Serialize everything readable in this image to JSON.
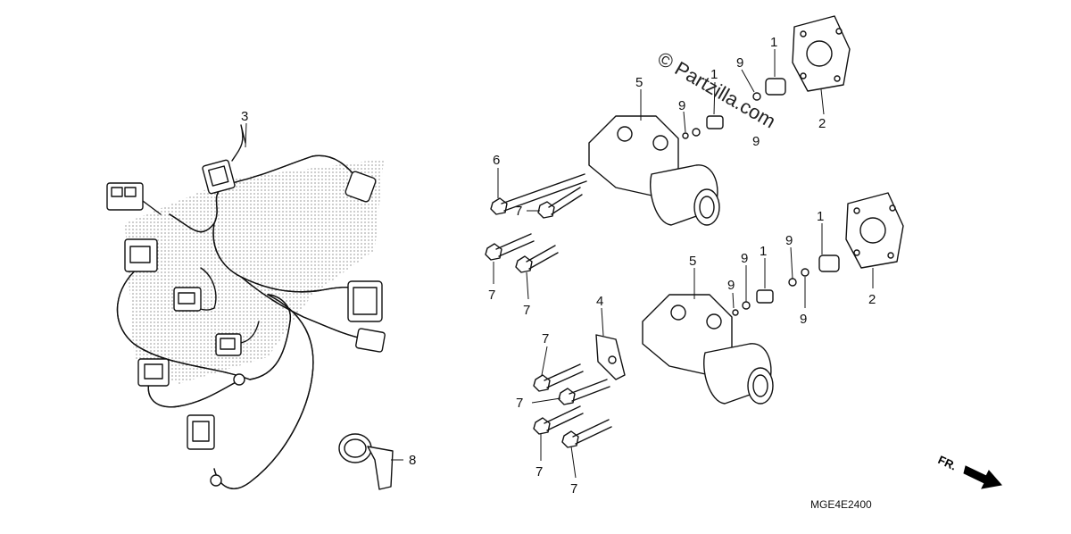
{
  "diagram": {
    "callouts": [
      {
        "id": "c3",
        "label": "3"
      },
      {
        "id": "c8",
        "label": "8"
      },
      {
        "id": "c6",
        "label": "6"
      },
      {
        "id": "c7a",
        "label": "7"
      },
      {
        "id": "c7b",
        "label": "7"
      },
      {
        "id": "c7c",
        "label": "7"
      },
      {
        "id": "c5a",
        "label": "5"
      },
      {
        "id": "c9a",
        "label": "9"
      },
      {
        "id": "c1a",
        "label": "1"
      },
      {
        "id": "c9b",
        "label": "9"
      },
      {
        "id": "c1b",
        "label": "1"
      },
      {
        "id": "c9c",
        "label": "9"
      },
      {
        "id": "c2a",
        "label": "2"
      },
      {
        "id": "c5b",
        "label": "5"
      },
      {
        "id": "c4",
        "label": "4"
      },
      {
        "id": "c9d",
        "label": "9"
      },
      {
        "id": "c9e",
        "label": "9"
      },
      {
        "id": "c1c",
        "label": "1"
      },
      {
        "id": "c9f",
        "label": "9"
      },
      {
        "id": "c1d",
        "label": "1"
      },
      {
        "id": "c9g",
        "label": "9"
      },
      {
        "id": "c2b",
        "label": "2"
      },
      {
        "id": "c7d",
        "label": "7"
      },
      {
        "id": "c7e",
        "label": "7"
      },
      {
        "id": "c7f",
        "label": "7"
      },
      {
        "id": "c7g",
        "label": "7"
      }
    ],
    "watermark": "© Partzilla.com",
    "direction_arrow": "FR.",
    "diagram_code": "MGE4E2400"
  }
}
